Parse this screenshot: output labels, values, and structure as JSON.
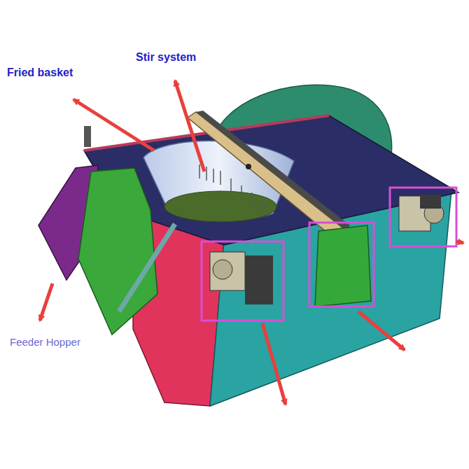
{
  "diagram": {
    "labels": [
      "Fried basket",
      "Stir system",
      "Feeder Hopper"
    ]
  }
}
